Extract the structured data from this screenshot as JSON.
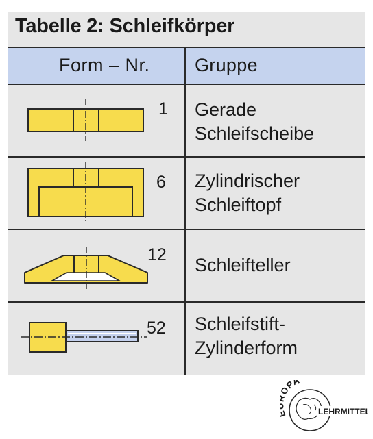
{
  "title": "Tabelle 2:  Schleifkörper",
  "header": {
    "form_nr": "Form  –  Nr.",
    "gruppe": "Gruppe"
  },
  "rows": [
    {
      "nr": "1",
      "line1": "Gerade",
      "line2": "Schleifscheibe"
    },
    {
      "nr": "6",
      "line1": "Zylindrischer",
      "line2": "Schleiftopf"
    },
    {
      "nr": "12",
      "line1": "Schleifteller",
      "line2": ""
    },
    {
      "nr": "52",
      "line1": "Schleifstift-",
      "line2": "Zylinderform"
    }
  ],
  "logo": {
    "top_text": "EUROPA",
    "side_text": "LEHRMITTEL"
  },
  "colors": {
    "header_bg": "#c5d3ee",
    "table_bg": "#e6e6e6",
    "shape_fill": "#f7dc4d",
    "line": "#2a2a2a"
  }
}
